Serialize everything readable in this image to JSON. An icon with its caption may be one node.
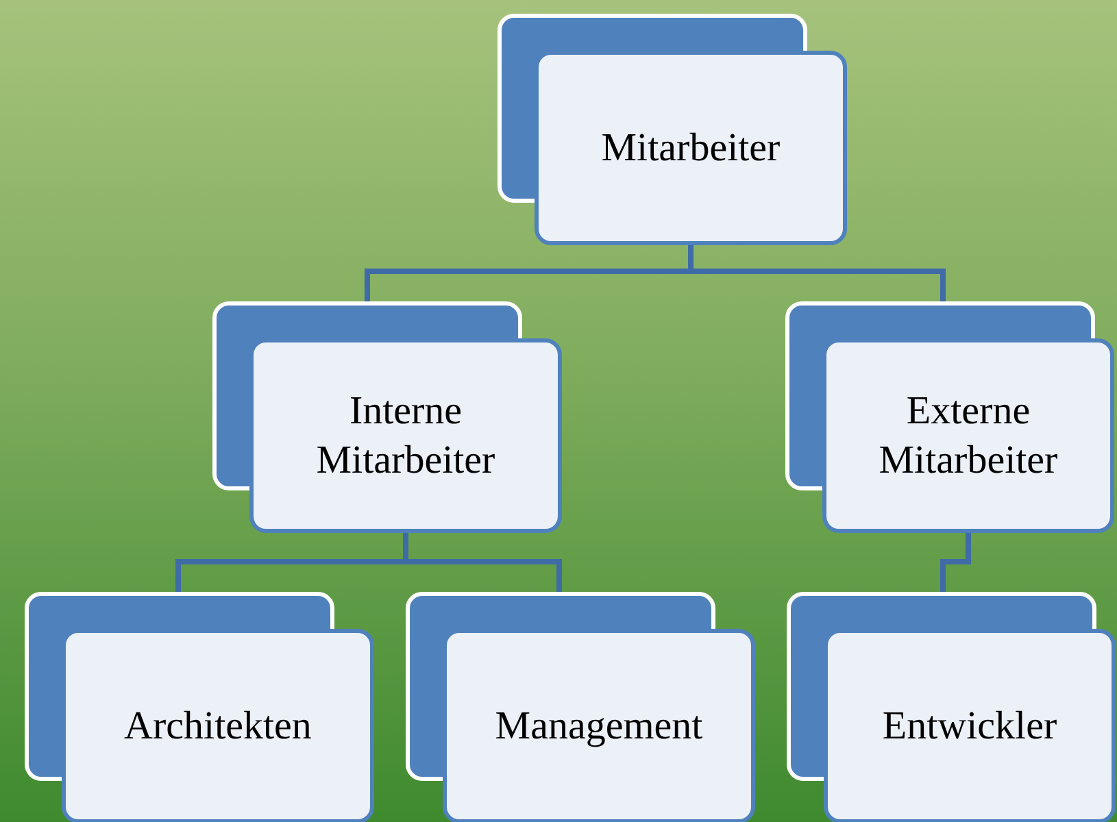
{
  "diagram": {
    "nodes": [
      {
        "text": [
          "Mitarbeiter"
        ]
      },
      {
        "text": [
          "Interne Mitarbeiter"
        ]
      },
      {
        "text": [
          "Externe Mitarbeiter"
        ]
      },
      {
        "text": [
          "Architekten"
        ]
      },
      {
        "text": [
          "Management"
        ]
      },
      {
        "text": [
          "Entwickler"
        ]
      }
    ],
    "edges": [
      {
        "from": 0,
        "to": 1,
        "arrow": "none"
      },
      {
        "from": 0,
        "to": 2,
        "arrow": "none"
      },
      {
        "from": 1,
        "to": 3,
        "arrow": "none"
      },
      {
        "from": 1,
        "to": 4,
        "arrow": "none"
      },
      {
        "from": 2,
        "to": 5,
        "arrow": "none"
      }
    ]
  }
}
